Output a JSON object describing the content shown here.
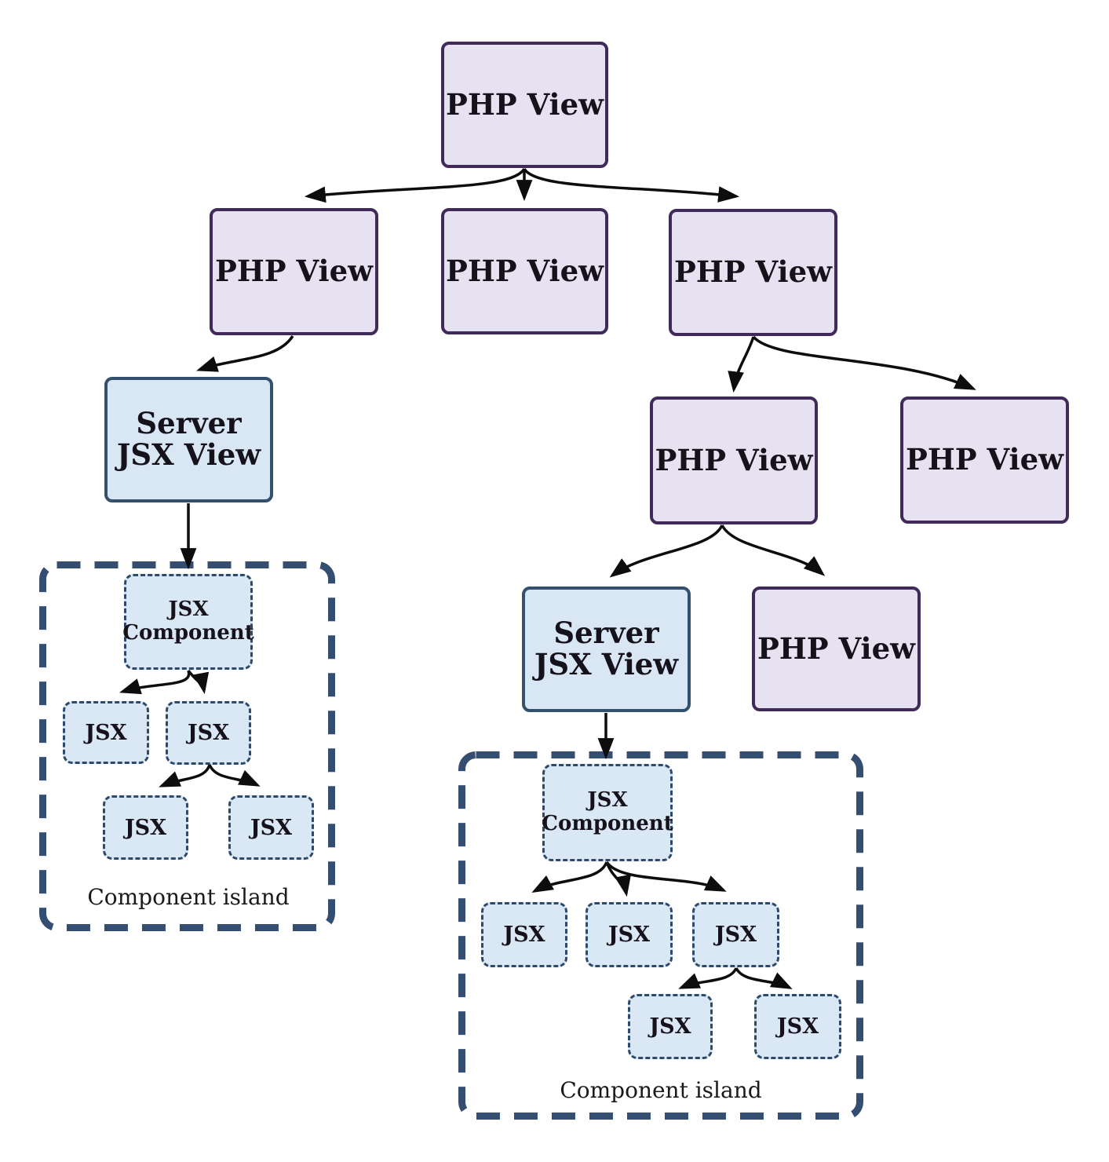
{
  "nodes": {
    "root": "PHP View",
    "child_left": "PHP View",
    "child_mid": "PHP View",
    "child_right": "PHP View",
    "server_left": [
      "Server",
      "JSX View"
    ],
    "right_child_left": "PHP View",
    "right_child_right": "PHP View",
    "server_right": [
      "Server",
      "JSX View"
    ],
    "right_grandchild": "PHP View"
  },
  "islands": {
    "left": {
      "component": "JSX Component",
      "leaves": [
        "JSX",
        "JSX",
        "JSX",
        "JSX"
      ],
      "caption": "Component island"
    },
    "right": {
      "component": "JSX Component",
      "leaves": [
        "JSX",
        "JSX",
        "JSX",
        "JSX",
        "JSX"
      ],
      "caption": "Component island"
    }
  },
  "colors": {
    "php_fill": "#e7e2f1",
    "php_border": "#3f2a5a",
    "server_fill": "#d9e6f3",
    "server_border": "#33506d",
    "leaf_fill": "#dae7f4",
    "leaf_border": "#2d4a6b",
    "island_border": "#344e71",
    "arrow": "#0d0d0d",
    "text": "#15121c"
  }
}
